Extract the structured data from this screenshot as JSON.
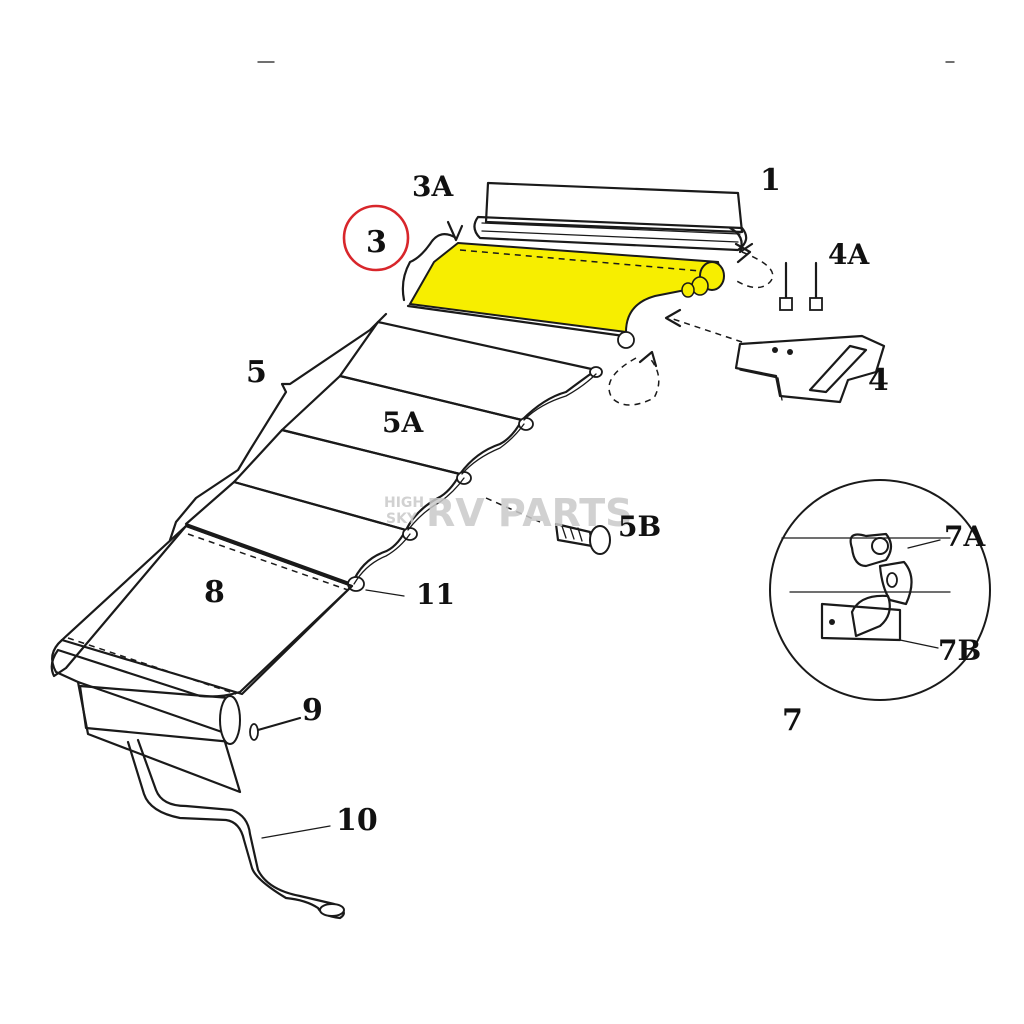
{
  "labels": {
    "l1": "1",
    "l3": "3",
    "l3a": "3A",
    "l4": "4",
    "l4a": "4A",
    "l5": "5",
    "l5a": "5A",
    "l5b": "5B",
    "l7": "7",
    "l7a": "7A",
    "l7b": "7B",
    "l8": "8",
    "l9": "9",
    "l10": "10",
    "l11": "11"
  },
  "watermark": {
    "small_top": "HIGH",
    "small_bottom": "SKY",
    "brand": "RV PARTS"
  },
  "colors": {
    "highlight": "#f7ee00",
    "callout_circle": "#d8262b",
    "ink": "#1a1a1a",
    "watermark": "#c9c9c9"
  }
}
